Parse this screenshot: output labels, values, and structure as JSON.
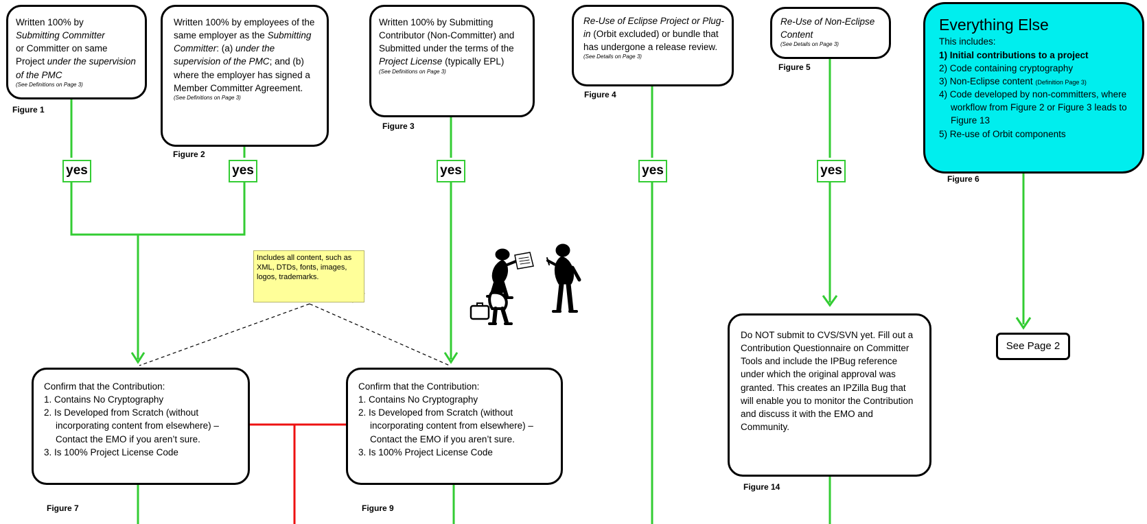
{
  "boxes": {
    "b1": {
      "l1": "Written 100% by",
      "l2i": "Submitting Committer",
      "l3": "or Committer on same Project",
      "l4i": "under the supervision of the PMC",
      "small": "(See Definitions on Page 3)",
      "fig": "Figure 1"
    },
    "b2": {
      "p1": "Written 100% by employees of the same employer as the",
      "i1": "Submitting Committer",
      "p2": ":  (a)",
      "i2": "under the supervision of the PMC",
      "p3": "; and (b) where the employer has signed a Member Committer Agreement.",
      "small": "(See Definitions on Page 3)",
      "fig": "Figure 2"
    },
    "b3": {
      "p1": "Written 100% by Submitting Contributor (Non-Committer) and Submitted under the terms of the",
      "i1": "Project License",
      "p2": "(typically EPL)",
      "small": "(See Definitions on Page 3)",
      "fig": "Figure 3"
    },
    "b4": {
      "i1": "Re-Use of Eclipse Project or Plug-in",
      "p1": "(Orbit excluded) or bundle that has undergone a release review.",
      "small": "(See Details on Page 3)",
      "fig": "Figure 4"
    },
    "b5": {
      "i1": "Re-Use of Non-Eclipse Content",
      "small": "(See Details on Page 3)",
      "fig": "Figure 5"
    },
    "b6": {
      "title": "Everything Else",
      "intro": "This includes:",
      "items": [
        "1) Initial contributions to a project",
        "2) Code containing cryptography",
        "3) Non-Eclipse content",
        "4) Code developed by non-committers, where workflow from Figure 2 or Figure 3 leads to Figure 13",
        "5) Re-use of Orbit components"
      ],
      "item3_small": "(Definition Page 3)",
      "fig": "Figure 6"
    },
    "b7": {
      "title": "Confirm that the Contribution:",
      "items": [
        "1. Contains No Cryptography",
        "2. Is Developed from Scratch (without incorporating content from elsewhere) – Contact the EMO if you aren’t sure.",
        "3. Is 100% Project License Code"
      ],
      "fig": "Figure 7"
    },
    "b9": {
      "title": "Confirm that the Contribution:",
      "items": [
        "1. Contains No Cryptography",
        "2. Is Developed from Scratch (without incorporating content from elsewhere) – Contact the EMO if you aren’t sure.",
        "3. Is 100% Project License Code"
      ],
      "fig": "Figure 9"
    },
    "b14": {
      "text": "Do NOT submit to CVS/SVN yet.  Fill out a Contribution Questionnaire on Committer Tools and include the IPBug reference under which the original approval was granted.  This creates an IPZilla Bug that will enable you to monitor the Contribution and discuss it with the EMO and Community.",
      "fig": "Figure 14"
    },
    "page2": {
      "label": "See Page 2"
    }
  },
  "yes_label": "yes",
  "note": {
    "text": "Includes all content, such as XML, DTDs, fonts, images, logos, trademarks."
  },
  "colors": {
    "flow_yes": "#33cc33",
    "flow_no": "#ee1111",
    "everything_fill": "#00eeee",
    "note_fill": "#ffff99"
  },
  "icons": {
    "people": "people-discussion-clipart-icon"
  }
}
